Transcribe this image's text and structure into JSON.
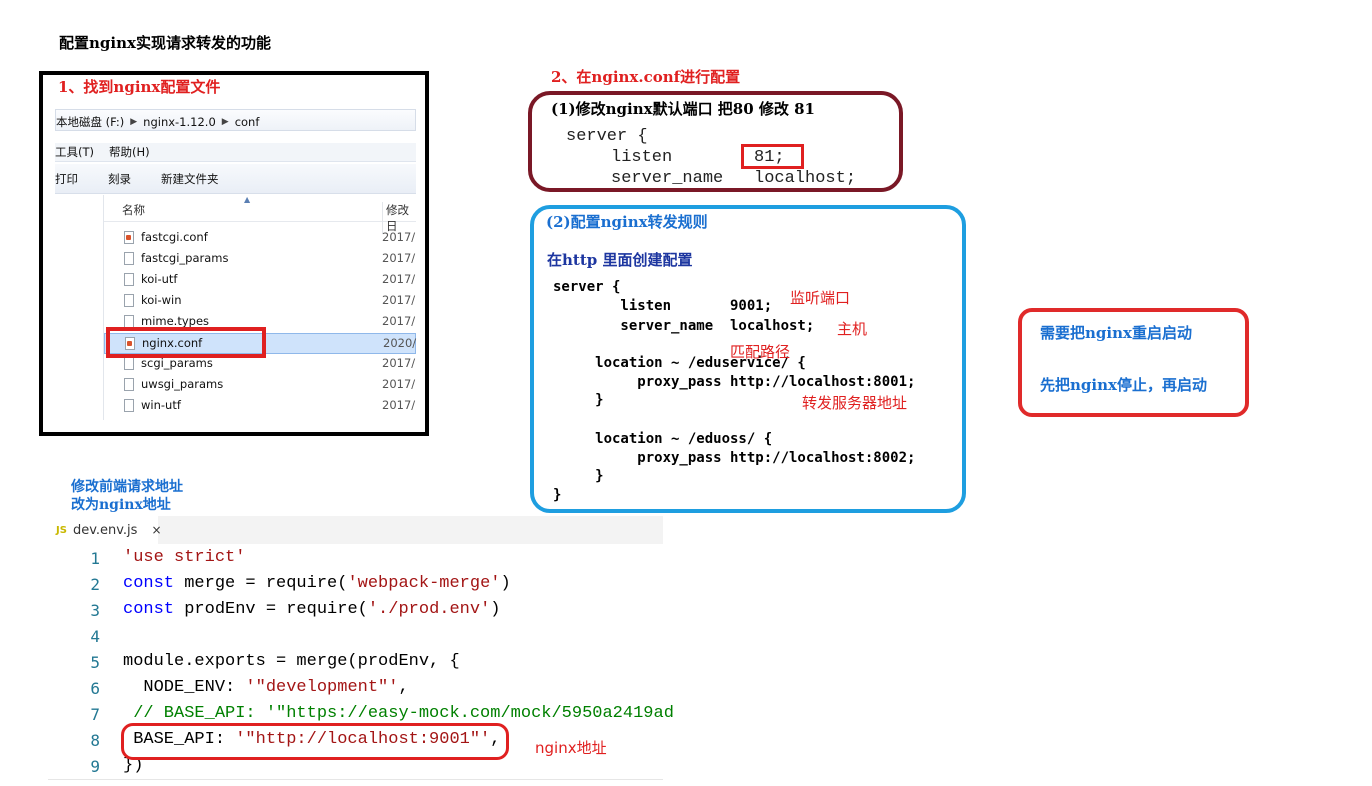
{
  "page_title": "配置nginx实现请求转发的功能",
  "explorer_section": {
    "title": "1、找到nginx配置文件",
    "breadcrumb": [
      "本地磁盘 (F:)",
      "nginx-1.12.0",
      "conf"
    ],
    "menu": [
      "工具(T)",
      "帮助(H)"
    ],
    "toolbar": [
      "打印",
      "刻录",
      "新建文件夹"
    ],
    "columns": {
      "name": "名称",
      "date": "修改日"
    },
    "files": [
      {
        "name": "fastcgi.conf",
        "date": "2017/"
      },
      {
        "name": "fastcgi_params",
        "date": "2017/"
      },
      {
        "name": "koi-utf",
        "date": "2017/"
      },
      {
        "name": "koi-win",
        "date": "2017/"
      },
      {
        "name": "mime.types",
        "date": "2017/"
      },
      {
        "name": "nginx.conf",
        "date": "2020/"
      },
      {
        "name": "scgi_params",
        "date": "2017/"
      },
      {
        "name": "uwsgi_params",
        "date": "2017/"
      },
      {
        "name": "win-utf",
        "date": "2017/"
      }
    ]
  },
  "config_section": {
    "title": "2、在nginx.conf进行配置",
    "step1": {
      "heading": "(1)修改nginx默认端口 把80 修改 81",
      "line1": "server {",
      "listen_key": "listen",
      "listen_value": "81;",
      "server_name_key": "server_name",
      "server_name_value": "localhost;"
    },
    "step2": {
      "heading": "(2)配置nginx转发规则",
      "subheading": "在http 里面创建配置",
      "code": [
        "server {",
        "        listen       9001;",
        "        server_name  localhost;",
        "     location ~ /eduservice/ {",
        "          proxy_pass http://localhost:8001;",
        "     }",
        "     location ~ /eduoss/ {",
        "          proxy_pass http://localhost:8002;",
        "     }",
        "}"
      ],
      "notes": {
        "listen": "监听端口",
        "host": "主机",
        "match": "匹配路径",
        "forward": "转发服务器地址"
      }
    }
  },
  "restart_section": {
    "line1": "需要把nginx重启启动",
    "line2": "先把nginx停止，再启动"
  },
  "frontend_section": {
    "note_line1": "修改前端请求地址",
    "note_line2": "改为nginx地址",
    "tab_icon": "JS",
    "tab_name": "dev.env.js",
    "tab_close": "×",
    "line_numbers": [
      "1",
      "2",
      "3",
      "4",
      "5",
      "6",
      "7",
      "8",
      "9"
    ],
    "code": {
      "l1": "'use strict'",
      "l2_kw": "const",
      "l2_rest": " merge = require(",
      "l2_str": "'webpack-merge'",
      "l2_end": ")",
      "l3_kw": "const",
      "l3_rest": " prodEnv = require(",
      "l3_str": "'./prod.env'",
      "l3_end": ")",
      "l5": "module.exports = merge(prodEnv, {",
      "l6_key": "  NODE_ENV: ",
      "l6_str": "'\"development\"'",
      "l6_end": ",",
      "l7": " // BASE_API: '\"https://easy-mock.com/mock/5950a2419ad",
      "l8_key": " BASE_API: ",
      "l8_str": "'\"http://localhost:9001\"'",
      "l8_end": ",",
      "l9": "})"
    },
    "nginx_address_note": "nginx地址"
  }
}
